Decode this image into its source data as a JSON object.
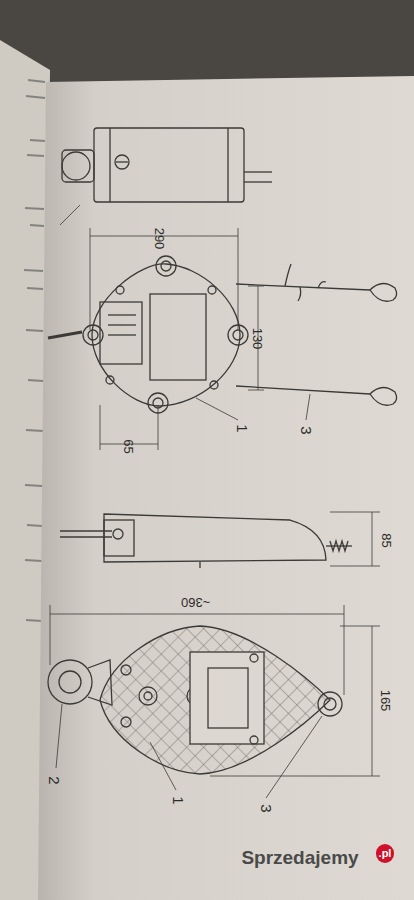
{
  "diagram": {
    "labels": [
      "290",
      "130",
      "65",
      "1",
      "3",
      "85",
      "~360",
      "165",
      "2",
      "1",
      "3",
      "Sprzedajemy",
      ".pl"
    ]
  }
}
